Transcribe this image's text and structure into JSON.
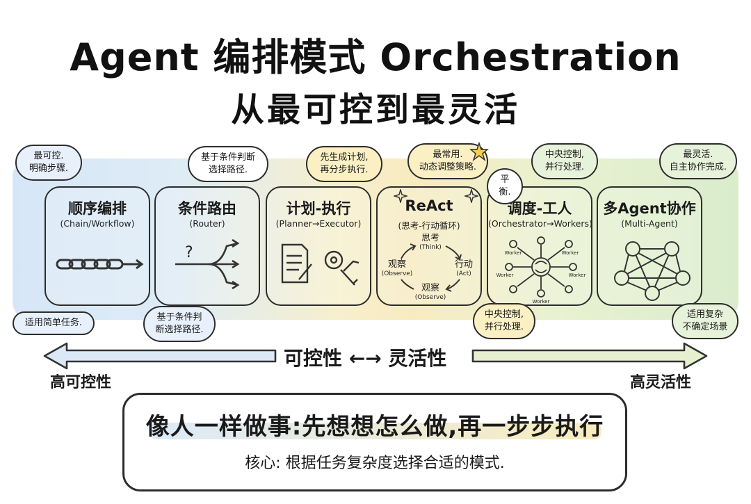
{
  "title": {
    "line1": "Agent 编排模式 Orchestration",
    "line2": "从最可控到最灵活"
  },
  "patterns": [
    {
      "name": "顺序编排",
      "en": "(Chain/Workflow)",
      "top_note": "最可控.\n明确步骤.",
      "bottom_note": "适用简单任务."
    },
    {
      "name": "条件路由",
      "en": "(Router)",
      "top_note": "基于条件判断\n选择路径.",
      "bottom_note": "基于条件判\n断选择路径.",
      "question_mark": "?"
    },
    {
      "name": "计划-执行",
      "en": "(Planner→Executor)",
      "top_note": "先生成计划,\n再分步执行."
    },
    {
      "name": "ReAct",
      "en": "(思考-行动循环)",
      "top_note": "最常用.\n动态调整策略.",
      "cycle": {
        "think": "思考",
        "think_en": "(Think)",
        "act": "行动",
        "act_en": "(Act)",
        "observe": "观察",
        "observe_en": "(Observe)"
      }
    },
    {
      "name": "调度-工人",
      "en": "(Orchestrator→Workers)",
      "top_note": "中央控制,\n并行处理.",
      "side_note": "平衡.",
      "bottom_note": "中央控制,\n并行处理.",
      "worker_label": "Worker"
    },
    {
      "name": "多Agent协作",
      "en": "(Multi-Agent)",
      "top_note": "最灵活.\n自主协作完成.",
      "bottom_note": "适用复杂\n不确定场景"
    }
  ],
  "axis": {
    "center": "可控性 ←→ 灵活性",
    "left": "高可控性",
    "right": "高灵活性"
  },
  "summary": {
    "main": "像人一样做事:先想想怎么做,再一步步执行",
    "sub": "核心: 根据任务复杂度选择合适的模式."
  }
}
